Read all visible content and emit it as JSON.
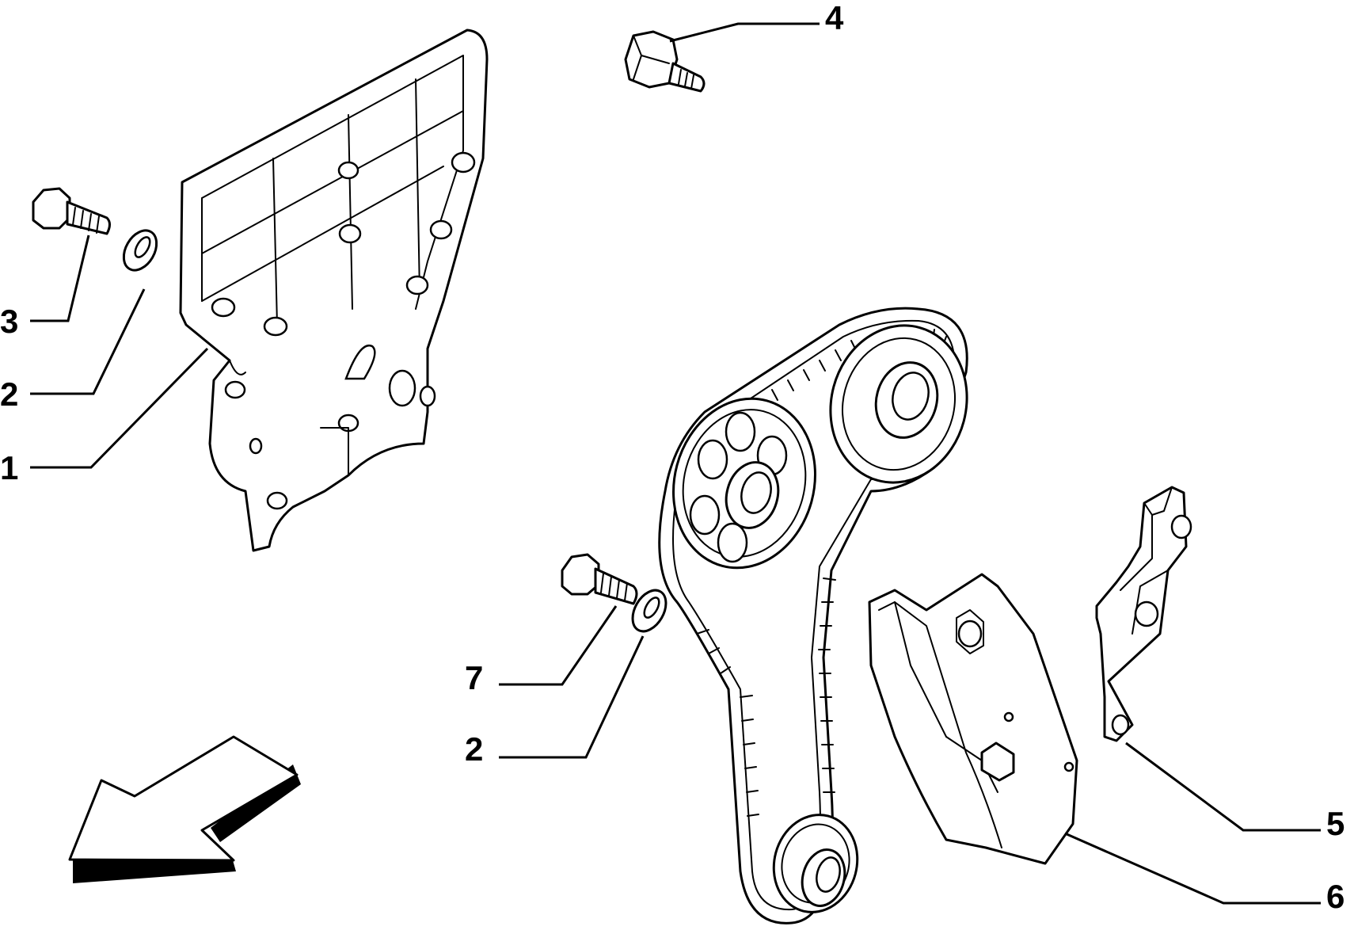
{
  "diagram": {
    "callouts": [
      {
        "id": "c1",
        "label": "1"
      },
      {
        "id": "c2a",
        "label": "2"
      },
      {
        "id": "c3",
        "label": "3"
      },
      {
        "id": "c4",
        "label": "4"
      },
      {
        "id": "c2b",
        "label": "2"
      },
      {
        "id": "c7",
        "label": "7"
      },
      {
        "id": "c5",
        "label": "5"
      },
      {
        "id": "c6",
        "label": "6"
      }
    ]
  }
}
